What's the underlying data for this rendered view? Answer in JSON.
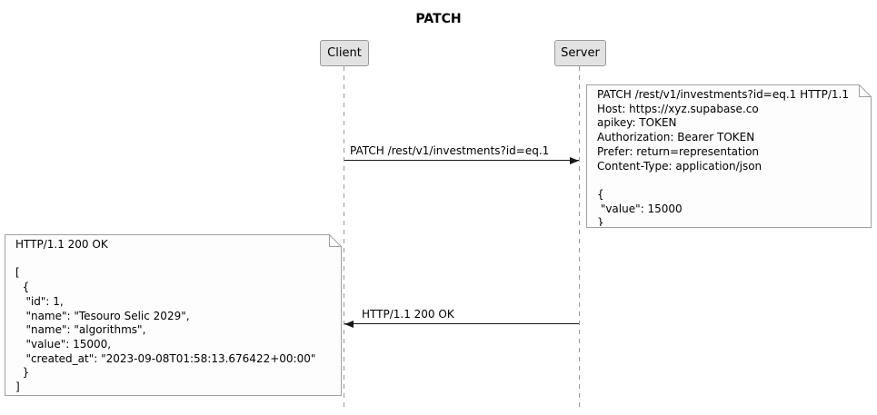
{
  "diagram": {
    "title": "PATCH",
    "participants": [
      {
        "name": "Client"
      },
      {
        "name": "Server"
      }
    ],
    "messages": [
      {
        "from": "Client",
        "to": "Server",
        "label": "PATCH /rest/v1/investments?id=eq.1"
      },
      {
        "from": "Server",
        "to": "Client",
        "label": "HTTP/1.1 200 OK"
      }
    ],
    "notes": [
      {
        "side": "right of Server",
        "text": "PATCH /rest/v1/investments?id=eq.1 HTTP/1.1\nHost: https://xyz.supabase.co\napikey: TOKEN\nAuthorization: Bearer TOKEN\nPrefer: return=representation\nContent-Type: application/json\n\n{\n \"value\": 15000\n}"
      },
      {
        "side": "left of Client",
        "text": "HTTP/1.1 200 OK\n\n[\n  {\n   \"id\": 1,\n   \"name\": \"Tesouro Selic 2029\",\n   \"name\": \"algorithms\",\n   \"value\": 15000,\n   \"created_at\": \"2023-09-08T01:58:13.676422+00:00\"\n  }\n]"
      }
    ],
    "colors": {
      "participant_fill": "#E2E2E2",
      "participant_border": "#999999",
      "note_fill": "#FDFDFD",
      "note_border": "#A0A0A0",
      "lifeline": "#999999",
      "arrow": "#181818"
    }
  }
}
